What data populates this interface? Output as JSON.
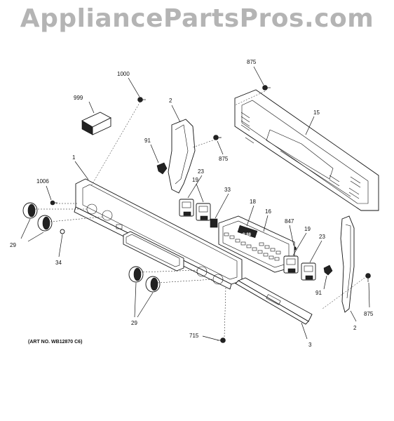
{
  "watermark": "AppliancePartsPros.com",
  "art_number": "(ART NO. WB12870 C6)",
  "display_text": "8:88",
  "callouts": [
    "1000",
    "999",
    "875",
    "2",
    "15",
    "91",
    "875",
    "1",
    "1006",
    "23",
    "19",
    "33",
    "18",
    "16",
    "847",
    "19",
    "23",
    "29",
    "34",
    "91",
    "29",
    "875",
    "2",
    "715",
    "3"
  ]
}
